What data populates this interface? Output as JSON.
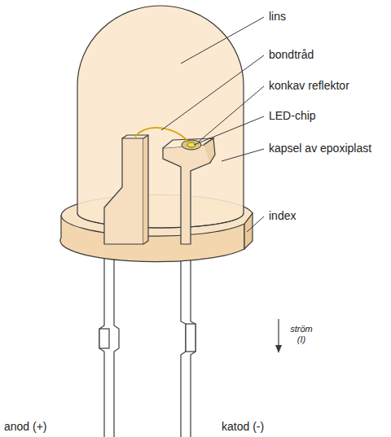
{
  "diagram": {
    "labels": [
      "lins",
      "bondtråd",
      "konkav reflektor",
      "LED-chip",
      "kapsel av epoxiplast",
      "index",
      "ström (I)",
      "anod (+)",
      "katod (-)"
    ]
  }
}
